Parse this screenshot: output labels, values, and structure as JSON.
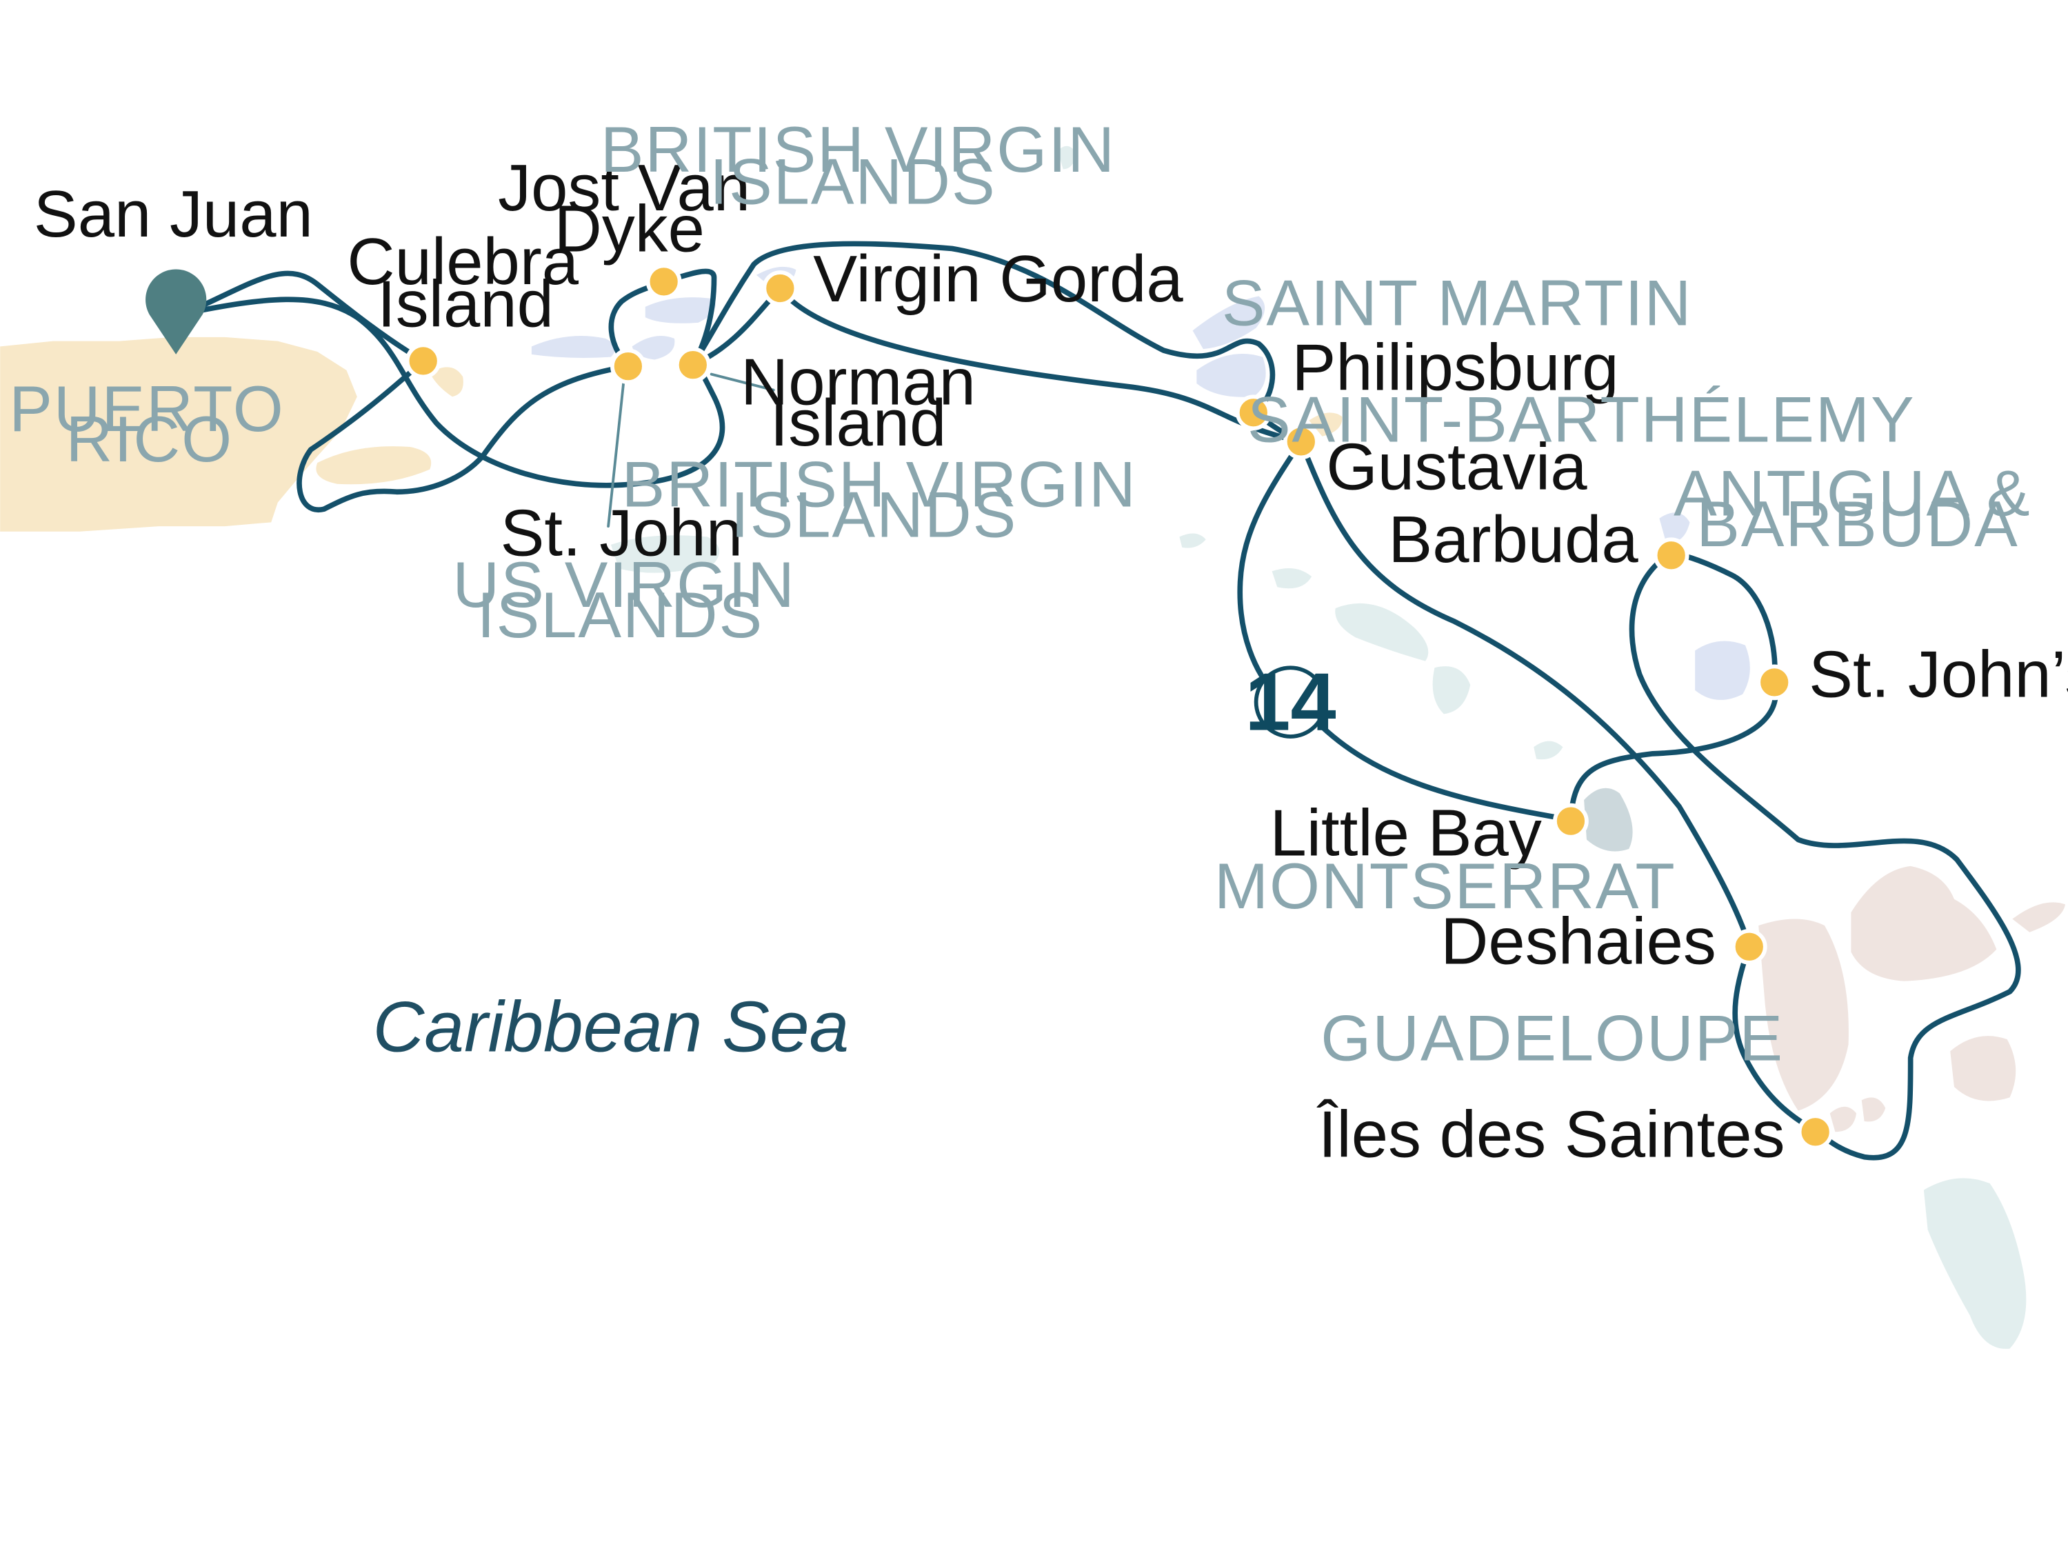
{
  "map": {
    "sea_label": "Caribbean Sea",
    "duration_badge": "14",
    "route_color": "#14506a",
    "port_color": "#f7c04a",
    "start_marker_color": "#4f7f82",
    "ports": {
      "san_juan": "San Juan",
      "culebra": [
        "Culebra",
        "Island"
      ],
      "jost_van_dyke": [
        "Jost Van",
        "Dyke"
      ],
      "virgin_gorda": "Virgin Gorda",
      "norman_island": [
        "Norman",
        "Island"
      ],
      "st_john": "St. John",
      "philipsburg": "Philipsburg",
      "gustavia": "Gustavia",
      "barbuda": "Barbuda",
      "st_johns": "St. John’s",
      "little_bay": "Little Bay",
      "deshaies": "Deshaies",
      "iles_des_saintes": "Îles des Saintes"
    },
    "regions": {
      "puerto_rico": [
        "PUERTO",
        "RICO"
      ],
      "bvi_north": [
        "BRITISH VIRGIN",
        "ISLANDS"
      ],
      "bvi_south": [
        "BRITISH VIRGIN",
        "ISLANDS"
      ],
      "usvi": [
        "US VIRGIN",
        "ISLANDS"
      ],
      "saint_martin": "SAINT MARTIN",
      "saint_barthelemy": "SAINT-BARTHÉLEMY",
      "antigua_barbuda": [
        "ANTIGUA &",
        "BARBUDA"
      ],
      "montserrat": "MONTSERRAT",
      "guadeloupe": "GUADELOUPE"
    }
  }
}
